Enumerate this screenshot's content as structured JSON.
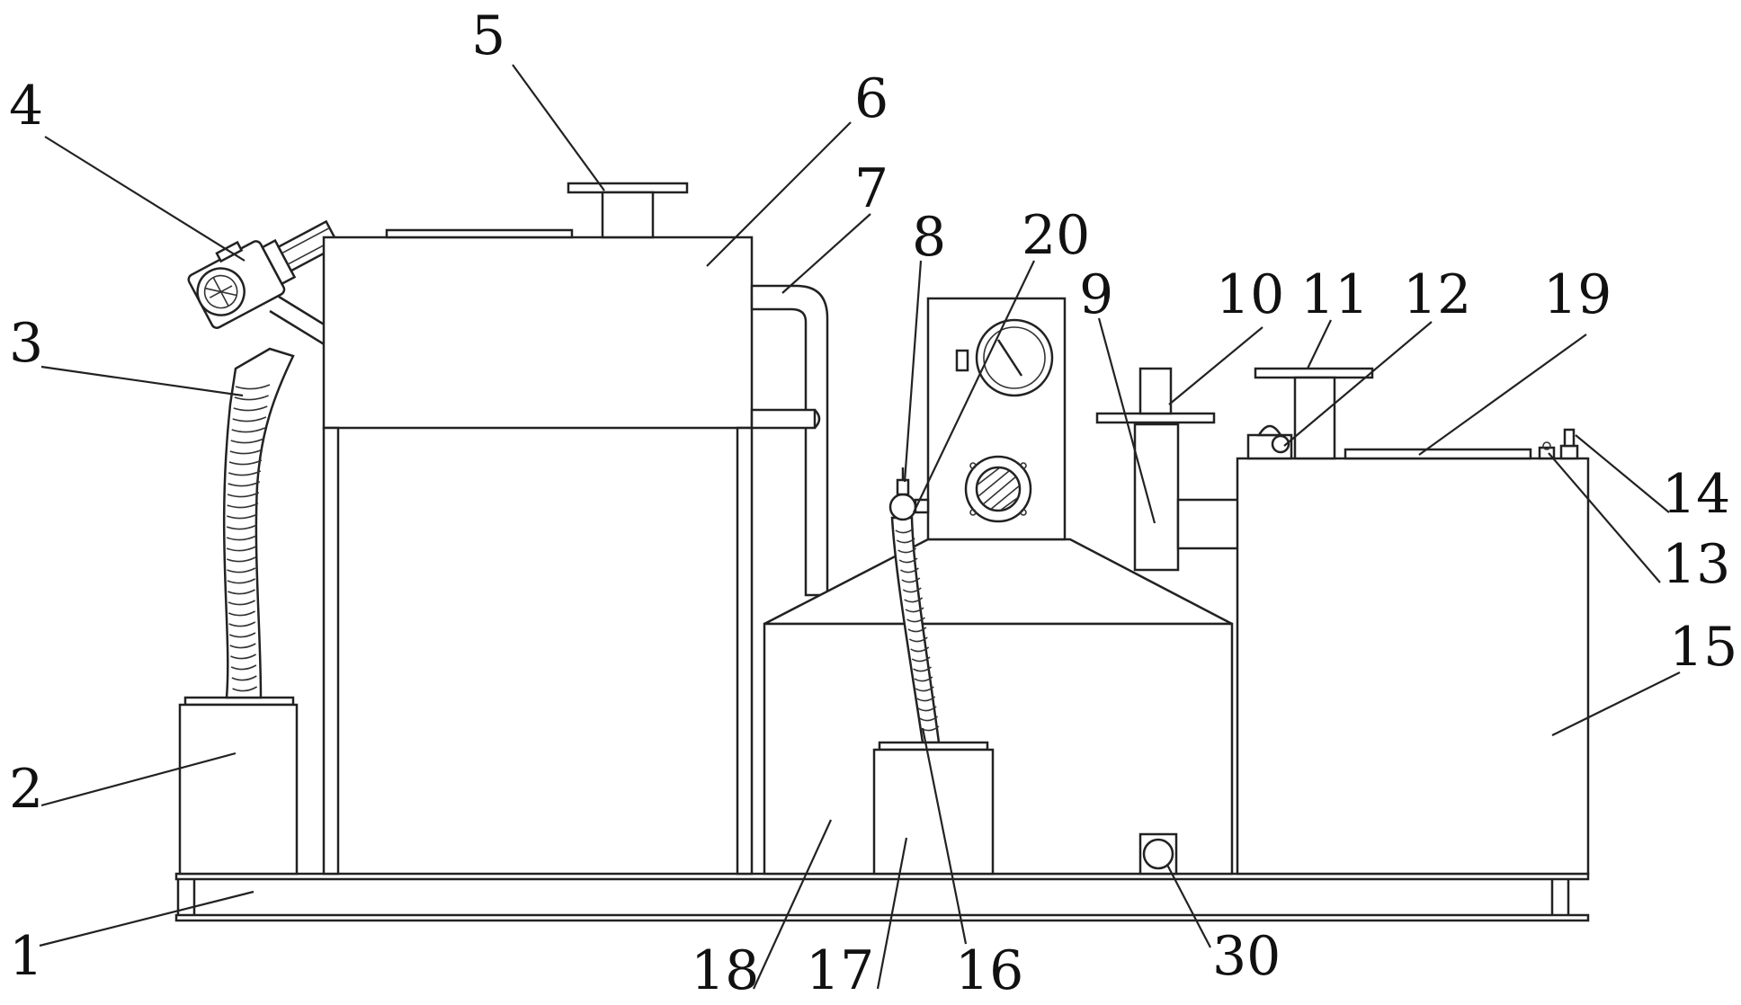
{
  "diagram": {
    "labels": [
      {
        "id": "1",
        "text": "1"
      },
      {
        "id": "2",
        "text": "2"
      },
      {
        "id": "3",
        "text": "3"
      },
      {
        "id": "4",
        "text": "4"
      },
      {
        "id": "5",
        "text": "5"
      },
      {
        "id": "6",
        "text": "6"
      },
      {
        "id": "7",
        "text": "7"
      },
      {
        "id": "8",
        "text": "8"
      },
      {
        "id": "9",
        "text": "9"
      },
      {
        "id": "10",
        "text": "10"
      },
      {
        "id": "11",
        "text": "11"
      },
      {
        "id": "12",
        "text": "12"
      },
      {
        "id": "13",
        "text": "13"
      },
      {
        "id": "14",
        "text": "14"
      },
      {
        "id": "15",
        "text": "15"
      },
      {
        "id": "16",
        "text": "16"
      },
      {
        "id": "17",
        "text": "17"
      },
      {
        "id": "18",
        "text": "18"
      },
      {
        "id": "19",
        "text": "19"
      },
      {
        "id": "20",
        "text": "20"
      },
      {
        "id": "30",
        "text": "30"
      }
    ]
  }
}
